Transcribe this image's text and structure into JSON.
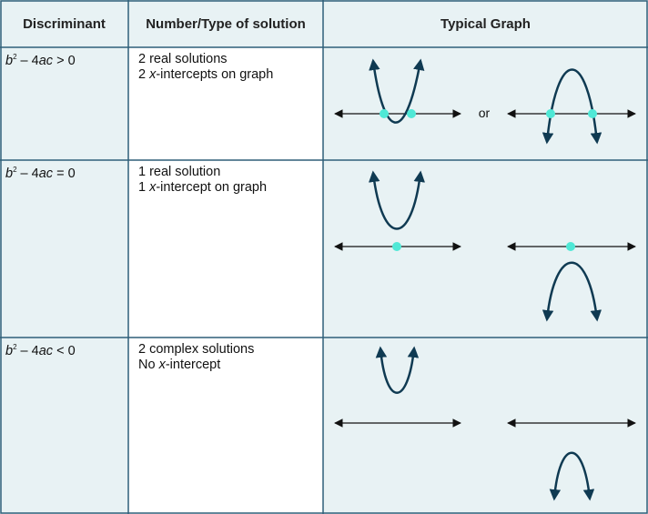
{
  "headers": {
    "col1": "Discriminant",
    "col2": "Number/Type of solution",
    "col3": "Typical Graph"
  },
  "rows": [
    {
      "disc_b": "b",
      "disc_exp": "2",
      "disc_mid": " – 4",
      "disc_ac": "ac",
      "disc_rel": " > 0",
      "line1": "2 real solutions",
      "line2_pre": "2 ",
      "line2_x": "x",
      "line2_post": "-intercepts on graph"
    },
    {
      "disc_b": "b",
      "disc_exp": "2",
      "disc_mid": " – 4",
      "disc_ac": "ac",
      "disc_rel": " = 0",
      "line1": "1 real solution",
      "line2_pre": "1 ",
      "line2_x": "x",
      "line2_post": "-intercept on graph"
    },
    {
      "disc_b": "b",
      "disc_exp": "2",
      "disc_mid": " – 4",
      "disc_ac": "ac",
      "disc_rel": " < 0",
      "line1": "2 complex solutions",
      "line2_pre": "No ",
      "line2_x": "x",
      "line2_post": "-intercept"
    }
  ],
  "or_label": "or",
  "colors": {
    "grid": "#2f5f79",
    "header_bg": "#e8f2f4",
    "cell_bg": "#e8f2f4",
    "white": "#ffffff",
    "curve": "#0f3a52",
    "axis": "#111111",
    "point": "#4fe8d6"
  }
}
